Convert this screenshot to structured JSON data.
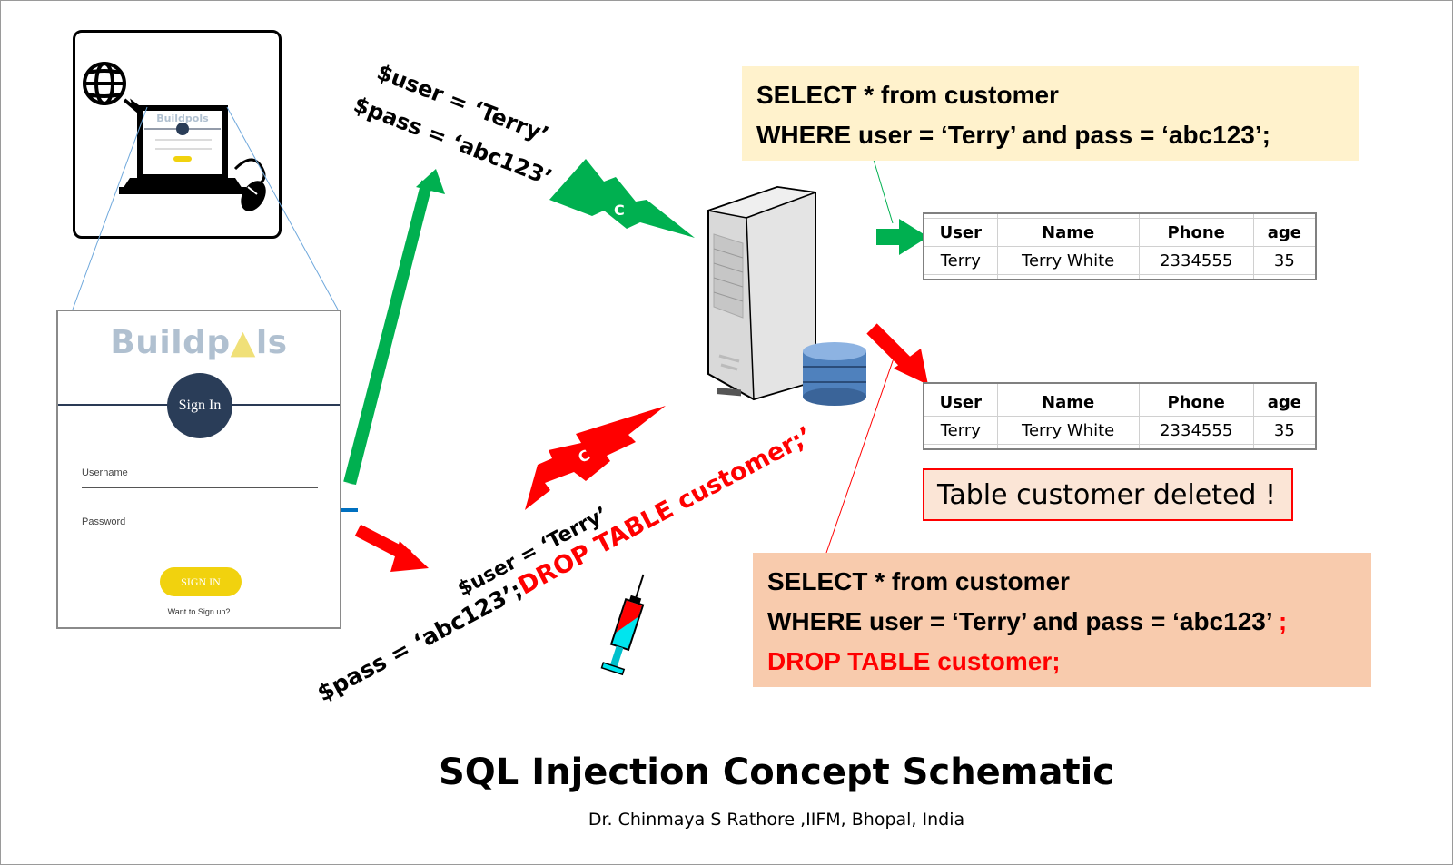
{
  "diagram": {
    "title": "SQL Injection Concept Schematic",
    "subtitle": "Dr. Chinmaya S Rathore ,IIFM,  Bhopal, India"
  },
  "login_form": {
    "logo_left": "Buildp",
    "logo_mid": "▲",
    "logo_right": "ls",
    "sign_in_badge": "Sign In",
    "username_label": "Username",
    "password_label": "Password",
    "sign_in_button": "SIGN IN",
    "signup_link": "Want to Sign up?"
  },
  "legit_request": {
    "user_line": "$user = ‘Terry’",
    "pass_line": "$pass = ‘abc123’",
    "connection_label": "C"
  },
  "malicious_request": {
    "user_line": "$user = ‘Terry’",
    "pass_prefix": "$pass = ‘abc123’;",
    "pass_injection": "DROP TABLE customer;’",
    "connection_label": "C"
  },
  "legit_query": {
    "line1": "SELECT * from customer",
    "line2": "WHERE user = ‘Terry’ and pass = ‘abc123’;"
  },
  "malicious_query": {
    "line1": "SELECT * from customer",
    "line2": "WHERE user = ‘Terry’ and pass = ‘abc123’",
    "line2_suffix": " ;",
    "line3": "DROP TABLE customer;"
  },
  "result_tables": [
    {
      "headers": [
        "User",
        "Name",
        "Phone",
        "age"
      ],
      "rows": [
        [
          "Terry",
          "Terry White",
          "2334555",
          "35"
        ]
      ]
    },
    {
      "headers": [
        "User",
        "Name",
        "Phone",
        "age"
      ],
      "rows": [
        [
          "Terry",
          "Terry White",
          "2334555",
          "35"
        ]
      ]
    }
  ],
  "deleted_message": "Table customer deleted !",
  "colors": {
    "legit": "#00b050",
    "malicious": "#ff0000",
    "bracket": "#0070c0",
    "legit_query_bg": "#fff2cc",
    "malicious_query_bg": "#f8cbad",
    "deleted_bg": "#fbe5d6"
  }
}
